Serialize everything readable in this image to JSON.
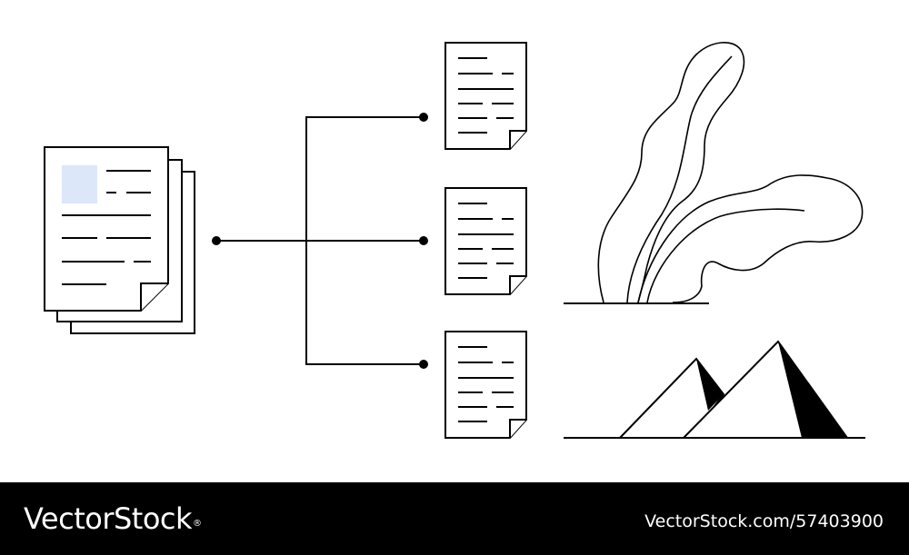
{
  "colors": {
    "background": "#ffffff",
    "stroke": "#000000",
    "image_placeholder_fill": "#dde7fa",
    "footer_background": "#000000",
    "footer_text": "#ffffff"
  },
  "diagram": {
    "source_stack": {
      "kind": "stacked-documents",
      "pages": 3,
      "has_image_placeholder": true
    },
    "branches": [
      {
        "kind": "text-document",
        "position": "top"
      },
      {
        "kind": "text-document",
        "position": "middle"
      },
      {
        "kind": "text-document",
        "position": "bottom"
      }
    ],
    "illustrations": [
      {
        "kind": "plant-leaves",
        "icon": "leaf-icon"
      },
      {
        "kind": "pyramids",
        "icon": "pyramid-icon"
      }
    ]
  },
  "footer": {
    "brand": "VectorStock",
    "registered_mark": "®",
    "credit": "VectorStock.com/57403900"
  }
}
